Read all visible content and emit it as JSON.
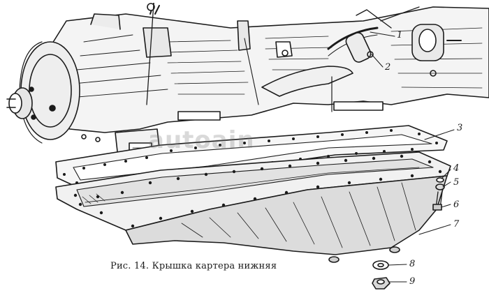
{
  "figure": {
    "caption": "Рис. 14. Крышка картера нижняя",
    "watermark": "autoain",
    "callouts": [
      "1",
      "2",
      "3",
      "4",
      "5",
      "6",
      "7",
      "8",
      "9"
    ]
  }
}
